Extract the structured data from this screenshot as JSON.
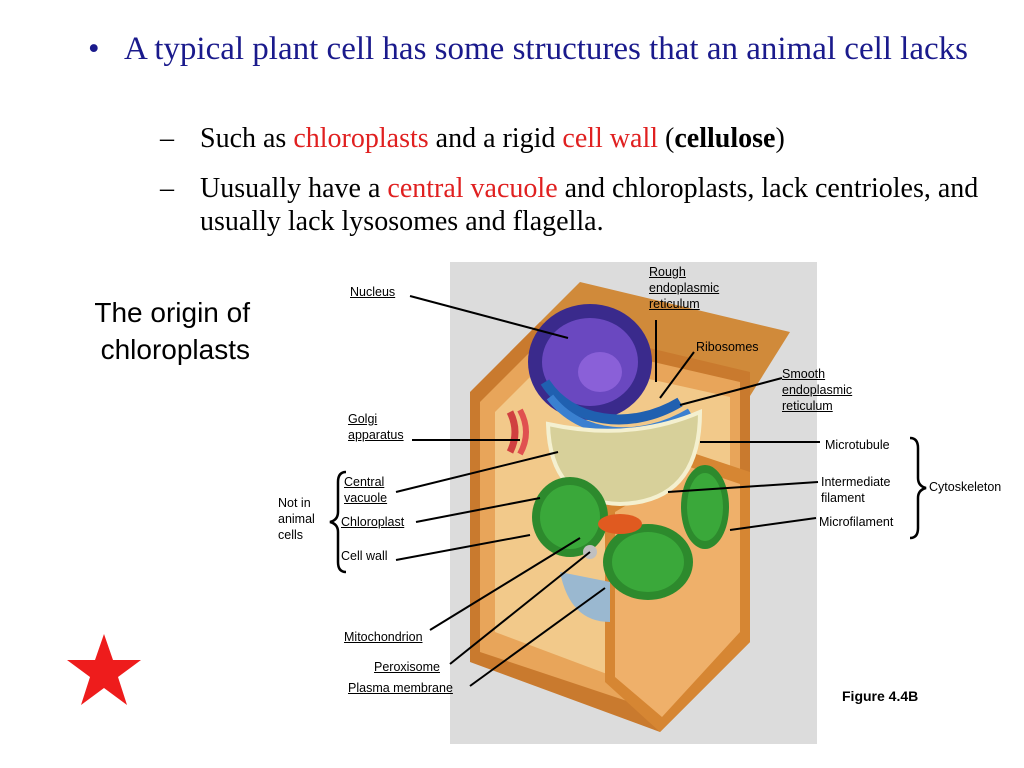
{
  "bullets": {
    "main": "A typical plant cell has some structures that an animal cell lacks",
    "sub1": {
      "part1": "Such as ",
      "red1": "chloroplasts",
      "part2": " and a rigid ",
      "red2": "cell wall",
      "part3": " (",
      "bold": "cellulose",
      "part4": ")"
    },
    "sub2": {
      "part1": "Uusually have a ",
      "red1": "central vacuole",
      "part2": " and chloroplasts, lack centrioles, and usually lack lysosomes and flagella."
    }
  },
  "side_title": {
    "line1": "The origin of",
    "line2": "chloroplasts"
  },
  "labels": {
    "rough_er": [
      "Rough",
      "endoplasmic",
      "reticulum"
    ],
    "nucleus": "Nucleus",
    "ribosomes": "Ribosomes",
    "smooth_er": [
      "Smooth",
      "endoplasmic",
      "reticulum"
    ],
    "golgi": [
      "Golgi",
      "apparatus"
    ],
    "microtubule": "Microtubule",
    "central_vacuole": [
      "Central",
      "vacuole"
    ],
    "intermediate_filament": [
      "Intermediate",
      "filament"
    ],
    "cytoskeleton": "Cytoskeleton",
    "not_in_animal": [
      "Not in",
      "animal",
      "cells"
    ],
    "chloroplast": "Chloroplast",
    "microfilament": "Microfilament",
    "cell_wall": "Cell wall",
    "mitochondrion": "Mitochondrion",
    "peroxisome": "Peroxisome",
    "plasma_membrane": "Plasma membrane",
    "figure_caption": "Figure 4.4B"
  },
  "colors": {
    "title_blue": "#1a1a8c",
    "highlight_red": "#e02020",
    "star_red": "#ee1c1c"
  },
  "icons": {
    "star": "red-star"
  }
}
